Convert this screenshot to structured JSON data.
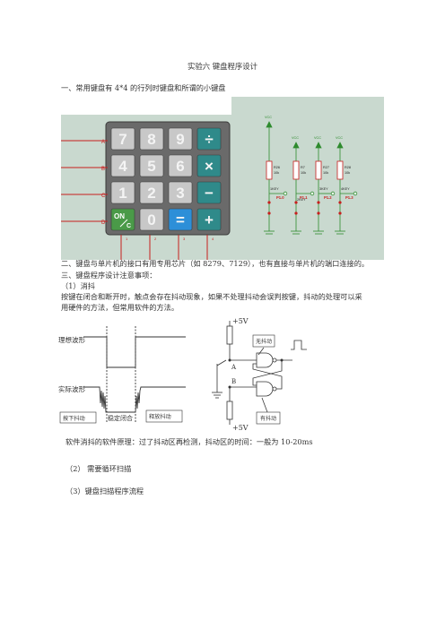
{
  "document": {
    "title": "实验六 键盘程序设计",
    "section1": "一、常用键盘有 4*4 的行列时键盘和所谓的小键盘",
    "section2": "二、键盘与单片机的接口有用专用芯片（如 8279、7129），也有直接与单片机的端口连接的。",
    "section3": "三、键盘程序设计注意事项：",
    "item1": "（1）消抖",
    "item1_text_line1": "按键在闭合和断开时，触点会存在抖动现象，如果不处理抖动会误判按键，抖动的处理可以采",
    "item1_text_line2": "用硬件的方法，但常用软件的方法。",
    "debounce_note": "软件消抖的软件原理：过了抖动区再检测，抖动区的时间：一般为 10-20ms",
    "item2": "（2）  需要循环扫描",
    "item3": "（3）键盘扫描程序流程"
  },
  "keypad_figure": {
    "row_labels": [
      "A",
      "B",
      "C",
      "D"
    ],
    "keys": [
      [
        "7",
        "8",
        "9",
        "÷"
      ],
      [
        "4",
        "5",
        "6",
        "×"
      ],
      [
        "1",
        "2",
        "3",
        "−"
      ],
      [
        "ON/C",
        "0",
        "=",
        "+"
      ]
    ],
    "on_key_top": "ON",
    "on_key_bottom": "C",
    "col_labels": [
      "1",
      "2",
      "3",
      "4"
    ],
    "vcc_label": "VCC",
    "resistors": [
      {
        "name": "R26",
        "value": "10k"
      },
      {
        "name": "R7",
        "value": "10k"
      },
      {
        "name": "R27",
        "value": "10k"
      },
      {
        "name": "R28",
        "value": "10k"
      }
    ],
    "key_labels": [
      "1KEY",
      "2KEY",
      "3KEY",
      "4KEY"
    ],
    "ports": [
      "P1.0",
      "P1.1",
      "P1.2",
      "P1.3"
    ],
    "colors": {
      "panel": "#6a6a6a",
      "board": "#c9d9cf",
      "key_gray": "#c8c8c8",
      "key_teal": "#2f8a8a",
      "key_green": "#4a9a48",
      "key_blue": "#2d8fd8",
      "wire_red": "#c81e1e",
      "wire_green": "#2e8b2e"
    }
  },
  "waveform_figure": {
    "ideal_label": "理想波形",
    "actual_label": "实际波形",
    "press_label": "按下抖动",
    "stable_label": "稳定闭合",
    "release_label": "释放抖动"
  },
  "debounce_circuit": {
    "supply_top": "+5V",
    "supply_bottom": "+5V",
    "node_a": "A",
    "node_b": "B",
    "no_bounce": "无抖动",
    "with_bounce": "有抖动"
  }
}
